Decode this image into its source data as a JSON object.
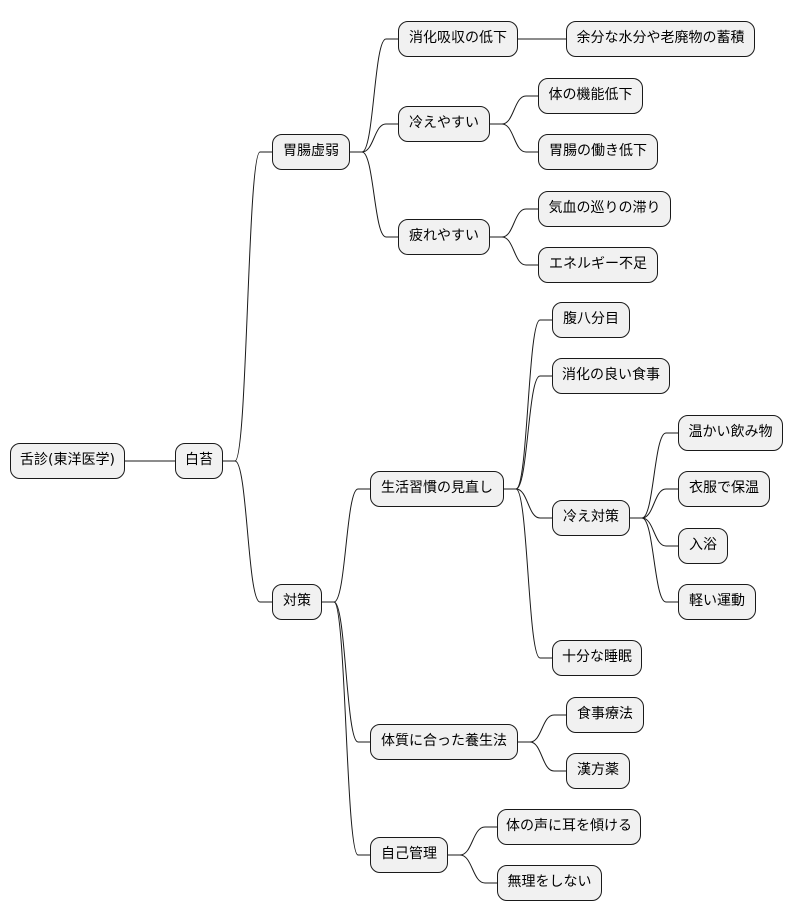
{
  "root": {
    "label": "舌診(東洋医学)",
    "children": [
      {
        "label": "白苔",
        "children": [
          {
            "label": "胃腸虚弱",
            "children": [
              {
                "label": "消化吸収の低下",
                "children": [
                  {
                    "label": "余分な水分や老廃物の蓄積"
                  }
                ]
              },
              {
                "label": "冷えやすい",
                "children": [
                  {
                    "label": "体の機能低下"
                  },
                  {
                    "label": "胃腸の働き低下"
                  }
                ]
              },
              {
                "label": "疲れやすい",
                "children": [
                  {
                    "label": "気血の巡りの滞り"
                  },
                  {
                    "label": "エネルギー不足"
                  }
                ]
              }
            ]
          },
          {
            "label": "対策",
            "children": [
              {
                "label": "生活習慣の見直し",
                "children": [
                  {
                    "label": "腹八分目"
                  },
                  {
                    "label": "消化の良い食事"
                  },
                  {
                    "label": "冷え対策",
                    "children": [
                      {
                        "label": "温かい飲み物"
                      },
                      {
                        "label": "衣服で保温"
                      },
                      {
                        "label": "入浴"
                      },
                      {
                        "label": "軽い運動"
                      }
                    ]
                  },
                  {
                    "label": "十分な睡眠"
                  }
                ]
              },
              {
                "label": "体質に合った養生法",
                "children": [
                  {
                    "label": "食事療法"
                  },
                  {
                    "label": "漢方薬"
                  }
                ]
              },
              {
                "label": "自己管理",
                "children": [
                  {
                    "label": "体の声に耳を傾ける"
                  },
                  {
                    "label": "無理をしない"
                  }
                ]
              }
            ]
          }
        ]
      }
    ]
  }
}
